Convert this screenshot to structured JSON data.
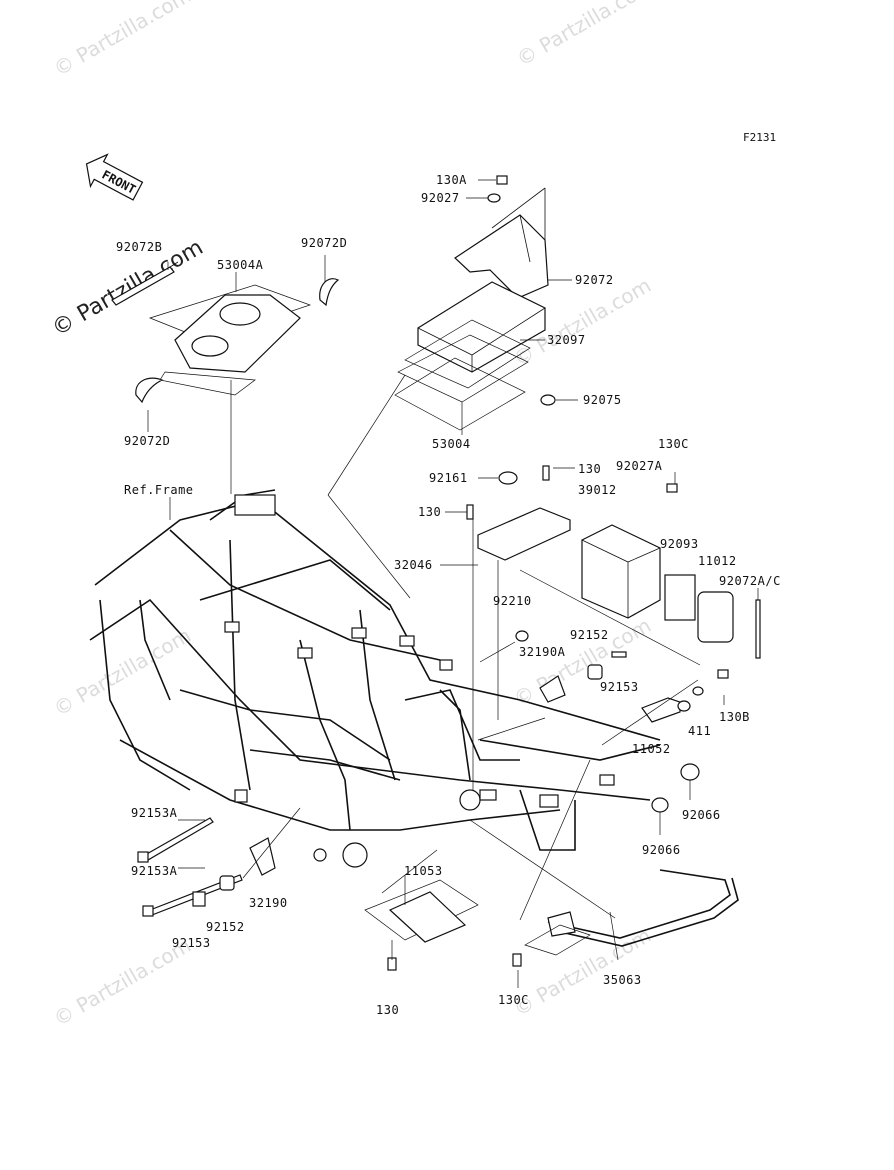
{
  "figure_code": "F2131",
  "front_marker": "FRONT",
  "watermark": "© Partzilla.com",
  "frame_label": "Ref.Frame",
  "parts": {
    "p130A": "130A",
    "p92027": "92027",
    "p92072": "92072",
    "p92072B": "92072B",
    "p53004A": "53004A",
    "p92072D_top": "92072D",
    "p92072D_bottom": "92072D",
    "p32097": "32097",
    "p92075": "92075",
    "p53004": "53004",
    "p92161": "92161",
    "p130_a": "130",
    "p130_b": "130",
    "p130C_top": "130C",
    "p92027A": "92027A",
    "p39012": "39012",
    "p92093": "92093",
    "p11012": "11012",
    "p92072AC": "92072A/C",
    "p32046": "32046",
    "p92210": "92210",
    "p92152_right": "92152",
    "p32190A": "32190A",
    "p92153_right": "92153",
    "p411": "411",
    "p130B": "130B",
    "p11052": "11052",
    "p92066_a": "92066",
    "p92066_b": "92066",
    "p92153A_a": "92153A",
    "p92153A_b": "92153A",
    "p32190": "32190",
    "p92152_left": "92152",
    "p92153_left": "92153",
    "p11053": "11053",
    "p130_bottom": "130",
    "p130C_bottom": "130C",
    "p35063": "35063"
  }
}
